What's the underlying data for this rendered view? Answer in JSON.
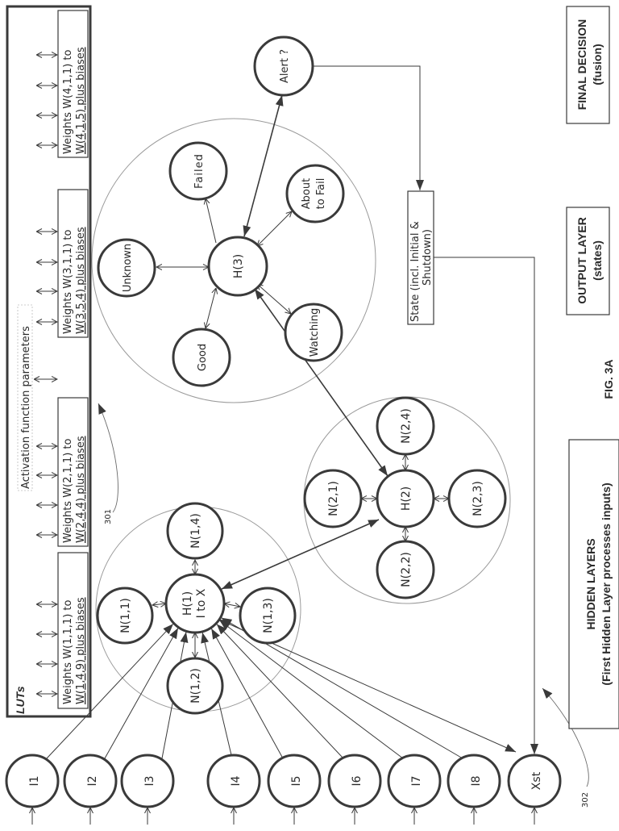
{
  "figure": {
    "label": "FIG. 3A",
    "refs": {
      "luts_ref": "301",
      "hidden_ref": "302"
    }
  },
  "luts": {
    "title": "LUTs",
    "activation_label": "Activation function parameters",
    "weight_blocks": [
      {
        "line1": "Weights W(1,1,1) to",
        "line2": "W(1,4,9) plus biases"
      },
      {
        "line1": "Weights W(2,1,1) to",
        "line2": "W(2,4,4) plus biases"
      },
      {
        "line1": "Weights W(3,1,1) to",
        "line2": "W(3,5,4) plus biases"
      },
      {
        "line1": "Weights W(4,1,1) to",
        "line2": "W(4,1,5) plus biases"
      }
    ]
  },
  "inputs": [
    "I1",
    "I2",
    "I3",
    "I4",
    "I5",
    "I6",
    "I7",
    "I8",
    "Xst"
  ],
  "hidden1": {
    "hub_line1": "H(1)",
    "hub_line2": "I to X",
    "neurons": [
      "N(1,1)",
      "N(1,2)",
      "N(1,3)",
      "N(1,4)"
    ]
  },
  "hidden2": {
    "hub": "H(2)",
    "neurons": [
      "N(2,1)",
      "N(2,2)",
      "N(2,3)",
      "N(2,4)"
    ]
  },
  "hidden3": {
    "hub": "H(3)",
    "states": [
      {
        "line1": "Unknown"
      },
      {
        "line1": "Failed"
      },
      {
        "line1": "About",
        "line2": "to Fail"
      },
      {
        "line1": "Watching"
      },
      {
        "line1": "Good"
      }
    ]
  },
  "alert": "Alert ?",
  "state_box": {
    "line1": "State (incl. Initial &",
    "line2": "Shutdown)"
  },
  "legend": {
    "final_decision": {
      "line1": "FINAL DECISION",
      "line2": "(fusion)"
    },
    "output_layer": {
      "line1": "OUTPUT LAYER",
      "line2": "(states)"
    },
    "hidden_layers": {
      "line1": "HIDDEN LAYERS",
      "line2": "(First Hidden Layer processes inputs)"
    }
  }
}
